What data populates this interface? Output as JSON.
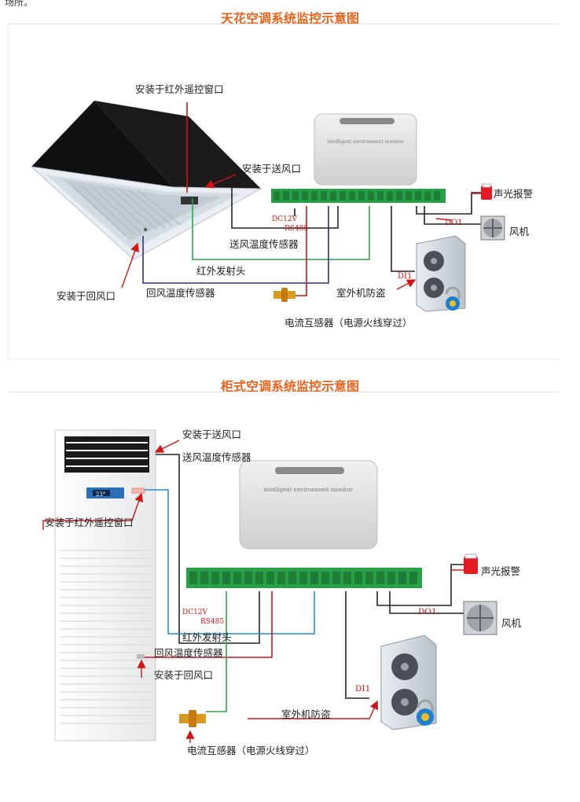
{
  "page": {
    "fragment": "场所。"
  },
  "ceiling": {
    "title": "天花空调系统监控示意图",
    "labels": {
      "ir_window": "安装于红外遥控窗口",
      "supply_outlet": "安装于送风口",
      "dc12v": "DC12V",
      "rs485": "RS485",
      "supply_temp": "送风温度传感器",
      "ir_emitter": "红外发射头",
      "return_outlet": "安装于回风口",
      "return_temp": "回风温度传感器",
      "di1": "DI1",
      "outdoor_theft": "室外机防盗",
      "ct": "电流互感器（电源火线穿过）",
      "do1": "DO1",
      "alarm": "声光报警",
      "fan": "风机"
    }
  },
  "cabinet": {
    "title": "柜式空调系统监控示意图",
    "labels": {
      "supply_outlet": "安装于送风口",
      "supply_temp": "送风温度传感器",
      "ir_window": "安装于红外遥控窗口",
      "dc12v": "DC12V",
      "rs485": "RS485",
      "ir_emitter": "红外发射头",
      "return_temp": "回风温度传感器",
      "return_outlet": "安装于回风口",
      "di1": "DI1",
      "outdoor_theft": "室外机防盗",
      "ct": "电流互感器（电源火线穿过）",
      "do1": "DO1",
      "alarm": "声光报警",
      "fan": "风机",
      "display_value": "23°"
    }
  },
  "colors": {
    "title": "#e8631c",
    "red_line": "#d21414",
    "green_line": "#2fa24a",
    "blue_line": "#2f2f9a",
    "cyan_line": "#1e90d8",
    "terminal_green": "#27a046"
  }
}
